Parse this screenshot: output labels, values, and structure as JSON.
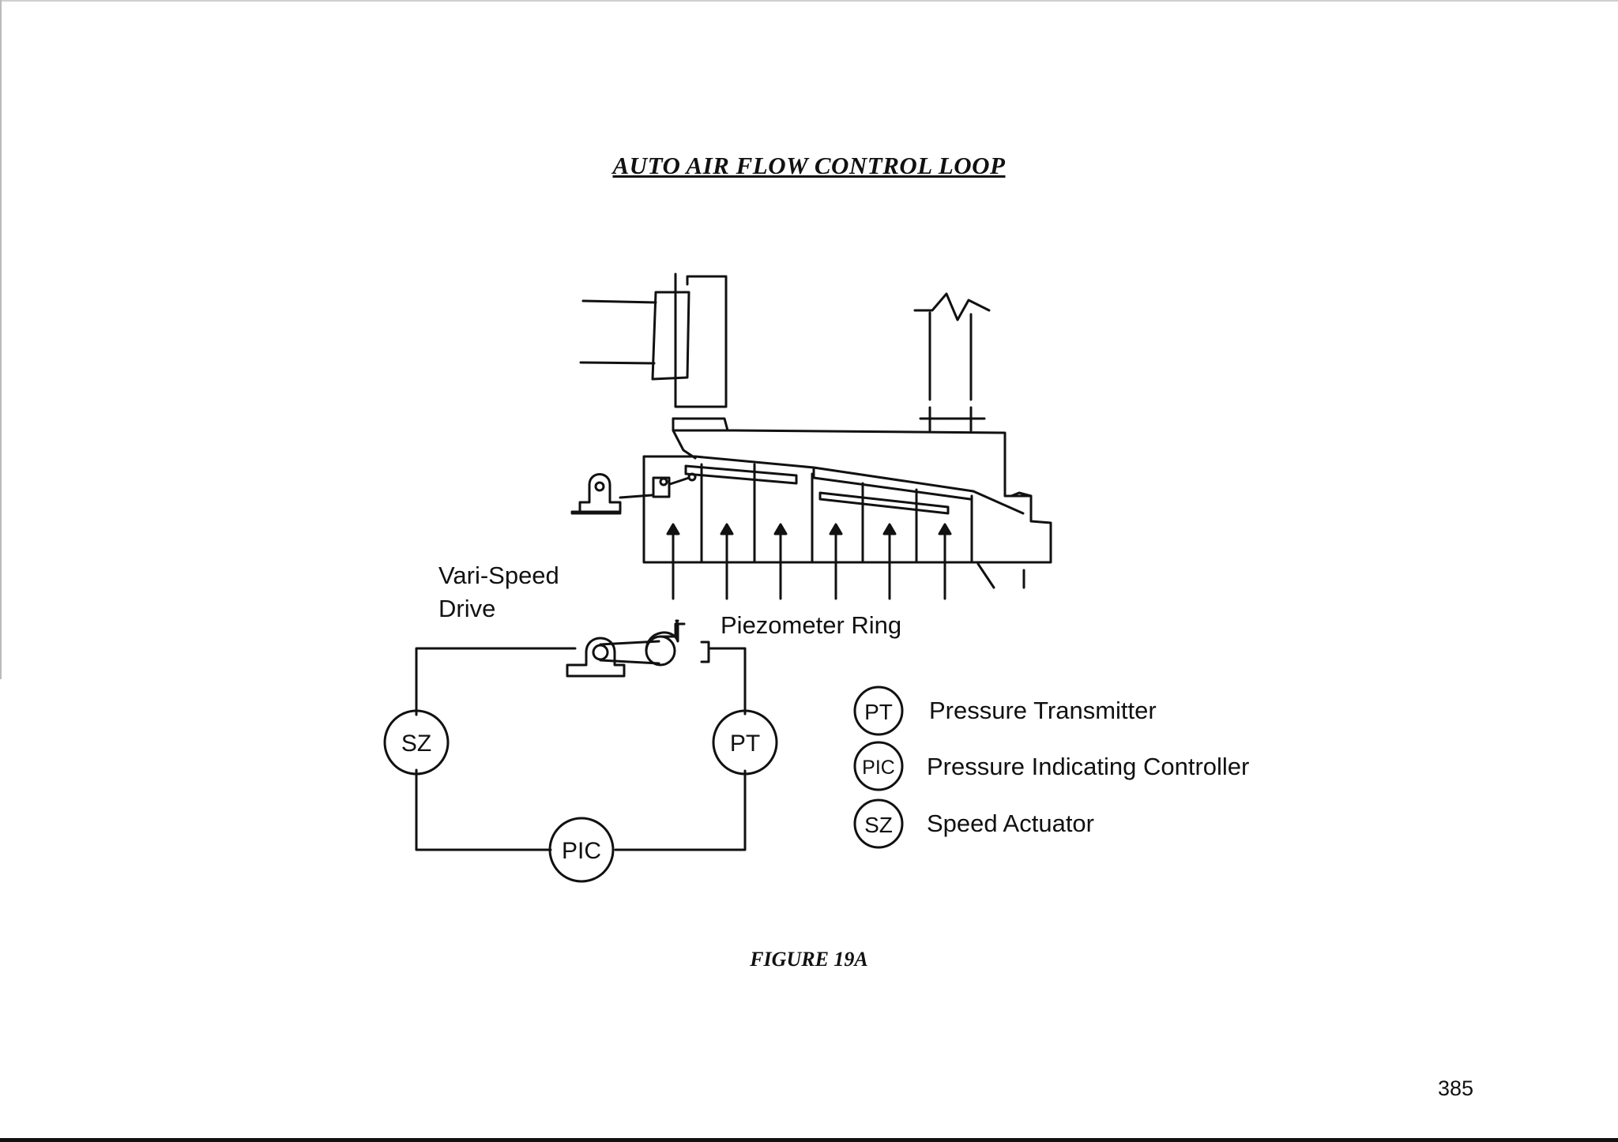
{
  "title": "AUTO AIR FLOW CONTROL LOOP",
  "labels": {
    "vari_speed_line1": "Vari-Speed",
    "vari_speed_line2": "Drive",
    "piezometer": "Piezometer Ring"
  },
  "instruments": {
    "sz": "SZ",
    "pt": "PT",
    "pic": "PIC"
  },
  "legend": [
    {
      "tag": "PT",
      "description": "Pressure Transmitter"
    },
    {
      "tag": "PIC",
      "description": "Pressure Indicating Controller"
    },
    {
      "tag": "SZ",
      "description": "Speed Actuator"
    }
  ],
  "figure_caption": "FIGURE 19A",
  "page_number": "385"
}
